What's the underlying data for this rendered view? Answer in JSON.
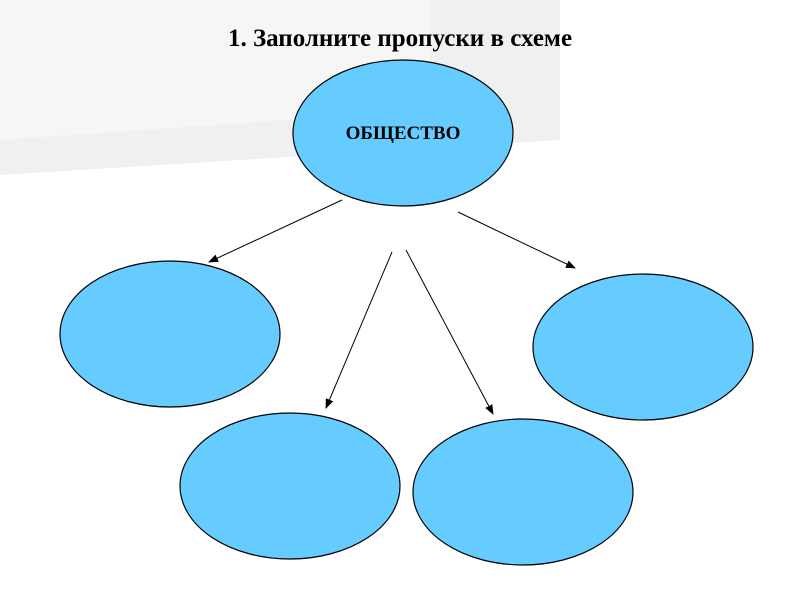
{
  "title": "1. Заполните пропуски в схеме",
  "colors": {
    "node_fill": "#66ccff",
    "node_stroke": "#000000",
    "arrow": "#000000",
    "background_band": "#eeeeee",
    "text": "#000000"
  },
  "diagram": {
    "root": {
      "id": "root",
      "label": "ОБЩЕСТВО"
    },
    "nodes": [
      {
        "id": "left",
        "label": ""
      },
      {
        "id": "bottom-left",
        "label": ""
      },
      {
        "id": "bottom-right",
        "label": ""
      },
      {
        "id": "right",
        "label": ""
      }
    ],
    "edges": [
      {
        "from": "root",
        "to": "left"
      },
      {
        "from": "root",
        "to": "bottom-left"
      },
      {
        "from": "root",
        "to": "bottom-right"
      },
      {
        "from": "root",
        "to": "right"
      }
    ]
  }
}
